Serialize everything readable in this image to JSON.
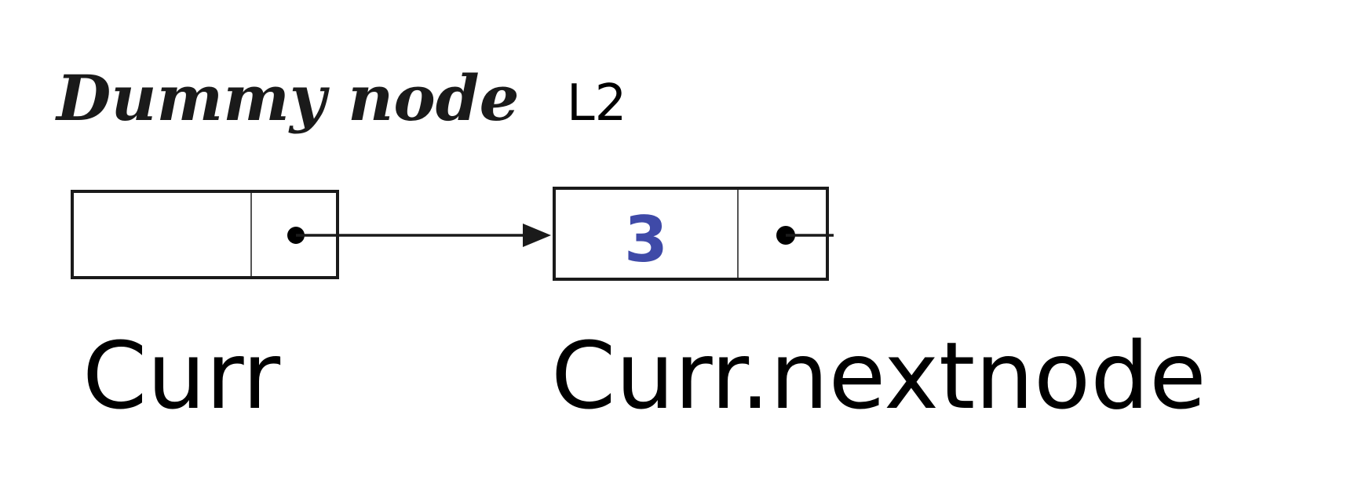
{
  "labels": {
    "dummy_title": "Dummy node",
    "list_name": "L2",
    "curr": "Curr",
    "curr_next": "Curr.nextnode"
  },
  "nodes": [
    {
      "value": ""
    },
    {
      "value": "3"
    }
  ],
  "colors": {
    "value": "#3f4aa8",
    "stroke": "#1a1a1a"
  }
}
